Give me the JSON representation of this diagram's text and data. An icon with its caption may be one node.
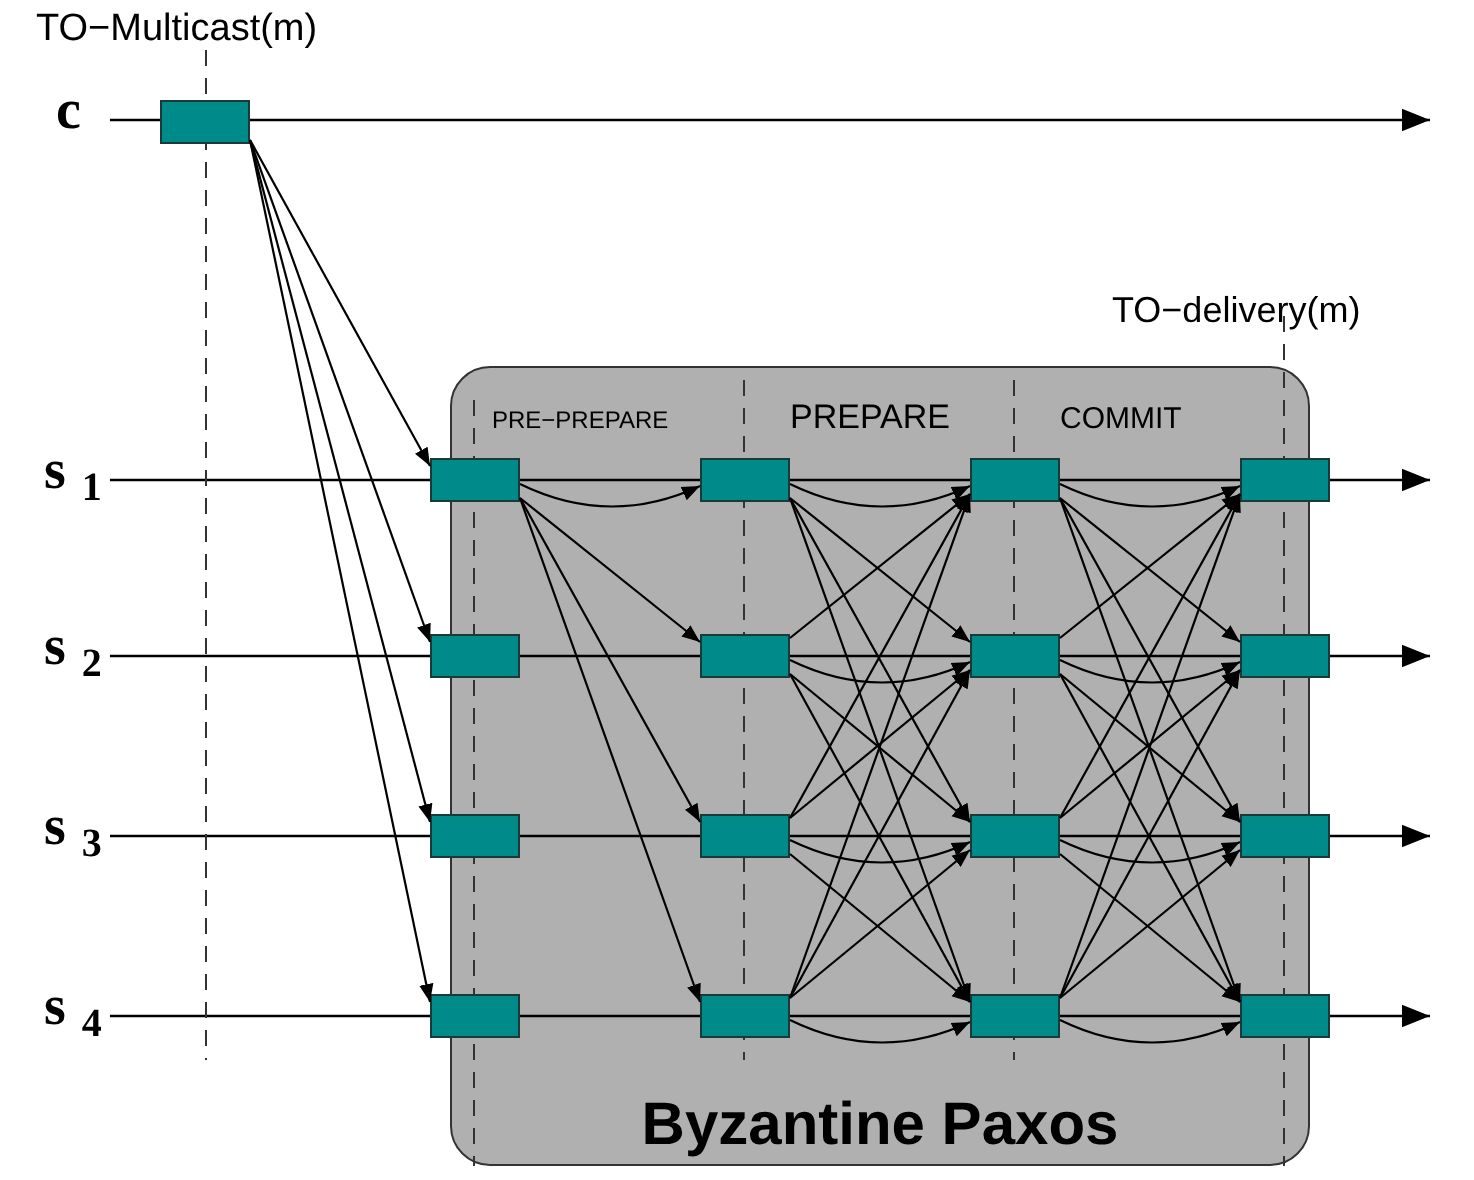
{
  "diagram": {
    "nodes": [
      {
        "text": [],
        "shape": "box"
      },
      {
        "text": [
          "Byzantine Paxos"
        ]
      },
      {
        "text": [],
        "shape": "box",
        "in": 1
      },
      {
        "text": [],
        "shape": "box",
        "in": 1
      },
      {
        "text": [],
        "shape": "box",
        "in": 1
      },
      {
        "text": [],
        "shape": "box",
        "in": 1
      },
      {
        "text": [],
        "shape": "box",
        "in": 1
      },
      {
        "text": [],
        "shape": "box",
        "in": 1
      },
      {
        "text": [],
        "shape": "box",
        "in": 1
      },
      {
        "text": [],
        "shape": "box",
        "in": 1
      },
      {
        "text": [],
        "shape": "box",
        "in": 1
      },
      {
        "text": [],
        "shape": "box",
        "in": 1
      },
      {
        "text": [],
        "shape": "box",
        "in": 1
      },
      {
        "text": [],
        "shape": "box",
        "in": 1
      },
      {
        "text": [],
        "shape": "box",
        "in": 1
      },
      {
        "text": [],
        "shape": "box",
        "in": 1
      },
      {
        "text": [],
        "shape": "box",
        "in": 1
      },
      {
        "text": [],
        "shape": "box",
        "in": 1
      }
    ],
    "edges": [
      {
        "from": 0,
        "to": 2,
        "arrow": "to"
      },
      {
        "from": 0,
        "to": 3,
        "arrow": "to"
      },
      {
        "from": 0,
        "to": 4,
        "arrow": "to"
      },
      {
        "from": 0,
        "to": 5,
        "arrow": "to"
      },
      {
        "from": 2,
        "to": 6,
        "arrow": "to"
      },
      {
        "from": 2,
        "to": 7,
        "arrow": "to"
      },
      {
        "from": 2,
        "to": 8,
        "arrow": "to"
      },
      {
        "from": 2,
        "to": 9,
        "arrow": "to"
      },
      {
        "from": 6,
        "to": 10,
        "arrow": "to"
      },
      {
        "from": 6,
        "to": 11,
        "arrow": "to"
      },
      {
        "from": 6,
        "to": 12,
        "arrow": "to"
      },
      {
        "from": 6,
        "to": 13,
        "arrow": "to"
      },
      {
        "from": 7,
        "to": 10,
        "arrow": "to"
      },
      {
        "from": 7,
        "to": 11,
        "arrow": "to"
      },
      {
        "from": 7,
        "to": 12,
        "arrow": "to"
      },
      {
        "from": 7,
        "to": 13,
        "arrow": "to"
      },
      {
        "from": 8,
        "to": 10,
        "arrow": "to"
      },
      {
        "from": 8,
        "to": 11,
        "arrow": "to"
      },
      {
        "from": 8,
        "to": 12,
        "arrow": "to"
      },
      {
        "from": 8,
        "to": 13,
        "arrow": "to"
      },
      {
        "from": 9,
        "to": 10,
        "arrow": "to"
      },
      {
        "from": 9,
        "to": 11,
        "arrow": "to"
      },
      {
        "from": 9,
        "to": 12,
        "arrow": "to"
      },
      {
        "from": 9,
        "to": 13,
        "arrow": "to"
      },
      {
        "from": 10,
        "to": 14,
        "arrow": "to"
      },
      {
        "from": 10,
        "to": 15,
        "arrow": "to"
      },
      {
        "from": 10,
        "to": 16,
        "arrow": "to"
      },
      {
        "from": 10,
        "to": 17,
        "arrow": "to"
      },
      {
        "from": 11,
        "to": 14,
        "arrow": "to"
      },
      {
        "from": 11,
        "to": 15,
        "arrow": "to"
      },
      {
        "from": 11,
        "to": 16,
        "arrow": "to"
      },
      {
        "from": 11,
        "to": 17,
        "arrow": "to"
      },
      {
        "from": 12,
        "to": 14,
        "arrow": "to"
      },
      {
        "from": 12,
        "to": 15,
        "arrow": "to"
      },
      {
        "from": 12,
        "to": 16,
        "arrow": "to"
      },
      {
        "from": 12,
        "to": 17,
        "arrow": "to"
      },
      {
        "from": 13,
        "to": 14,
        "arrow": "to"
      },
      {
        "from": 13,
        "to": 15,
        "arrow": "to"
      },
      {
        "from": 13,
        "to": 16,
        "arrow": "to"
      },
      {
        "from": 13,
        "to": 17,
        "arrow": "to"
      }
    ],
    "labels": [
      "TO−Multicast(m)",
      "c",
      "TO−delivery(m)",
      "PRE−PREPARE",
      "PREPARE",
      "COMMIT",
      "s$_{1}$",
      "s$_{2}$",
      "s$_{3}$",
      "s$_{4}$"
    ]
  }
}
